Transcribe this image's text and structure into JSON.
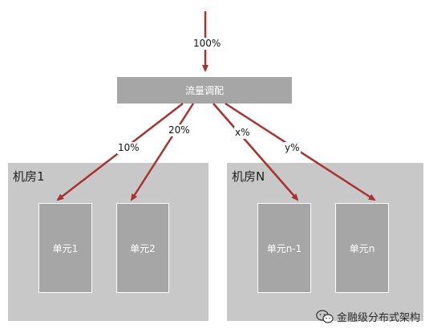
{
  "diagram": {
    "top_flow_label": "100%",
    "dispatcher_label": "流量调配",
    "rooms": [
      {
        "title": "机房1",
        "units": [
          {
            "label": "单元1",
            "flow": "10%"
          },
          {
            "label": "单元2",
            "flow": "20%"
          }
        ]
      },
      {
        "title": "机房N",
        "units": [
          {
            "label": "单元n-1",
            "flow": "x%"
          },
          {
            "label": "单元n",
            "flow": "y%"
          }
        ]
      }
    ],
    "arrow_color": "#a83230",
    "box_color": "#a6a6a6",
    "room_color": "#c8c8c8"
  },
  "watermark": {
    "text": "金融级分布式架构",
    "icon": "wechat-icon"
  }
}
